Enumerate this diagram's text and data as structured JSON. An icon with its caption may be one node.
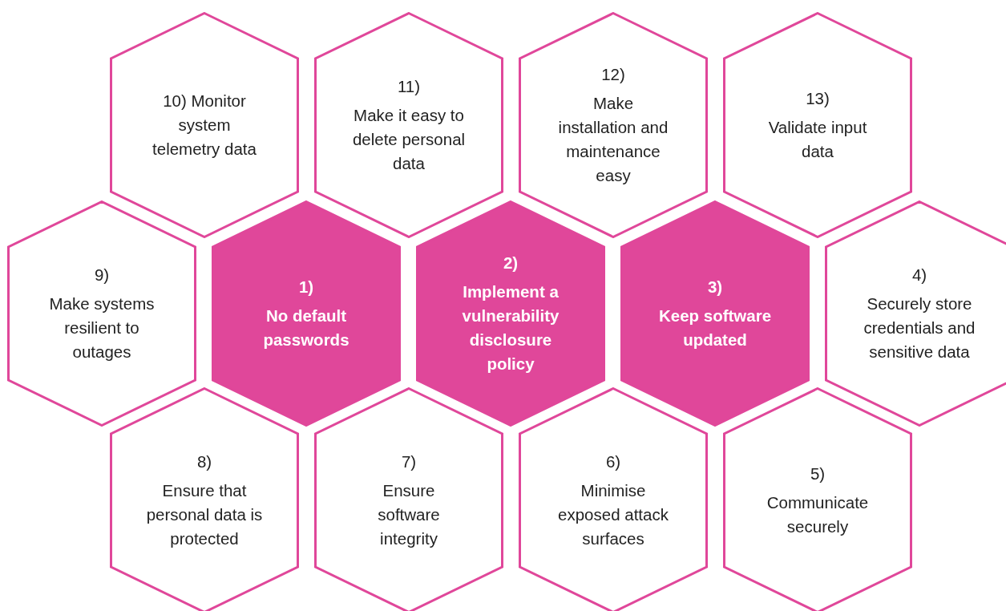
{
  "diagram": {
    "nodes": [
      {
        "text": [
          "10) Monitor system telemetry data"
        ]
      },
      {
        "text": [
          "11)",
          "Make it easy to delete personal data"
        ]
      },
      {
        "text": [
          "12)",
          "Make installation and maintenance easy"
        ]
      },
      {
        "text": [
          "13)",
          "Validate input data"
        ]
      },
      {
        "text": [
          "9)",
          "Make systems resilient to outages"
        ]
      },
      {
        "text": [
          "1)",
          "No default passwords"
        ]
      },
      {
        "text": [
          "2)",
          "Implement a vulnerability disclosure policy"
        ]
      },
      {
        "text": [
          "3)",
          "Keep software updated"
        ]
      },
      {
        "text": [
          "4)",
          "Securely store credentials and sensitive data"
        ]
      },
      {
        "text": [
          "8)",
          "Ensure that personal data is protected"
        ]
      },
      {
        "text": [
          "7)",
          "Ensure software integrity"
        ]
      },
      {
        "text": [
          "6)",
          "Minimise exposed attack surfaces"
        ]
      },
      {
        "text": [
          "5)",
          "Communicate securely"
        ]
      }
    ]
  }
}
